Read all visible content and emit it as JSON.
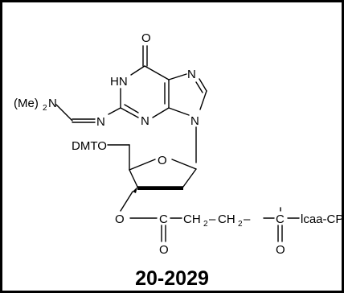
{
  "structure": {
    "atoms": {
      "carbonyl_o_top": "O",
      "ring_nh": "HN",
      "ring_n7": "N",
      "ring_n3": "N",
      "ring_n9": "N",
      "amidine_n": "N",
      "dimethyl_prefix": "(Me)",
      "dimethyl_subscript": "2",
      "dimethyl_n": "N",
      "dmt_group": "DMTO",
      "sugar_o": "O",
      "ester_o": "O",
      "ester_c": "C",
      "ester_carbonyl_o": "O",
      "linker_ch2_a": "CH",
      "linker_ch2_a_sub": "2",
      "linker_ch2_b": "CH",
      "linker_ch2_b_sub": "2",
      "ketone_c": "C",
      "ketone_o": "O",
      "support": "lcaa-CPG"
    }
  },
  "catalog_number": "20-2029",
  "colors": {
    "ink": "#000000",
    "background": "#ffffff"
  }
}
